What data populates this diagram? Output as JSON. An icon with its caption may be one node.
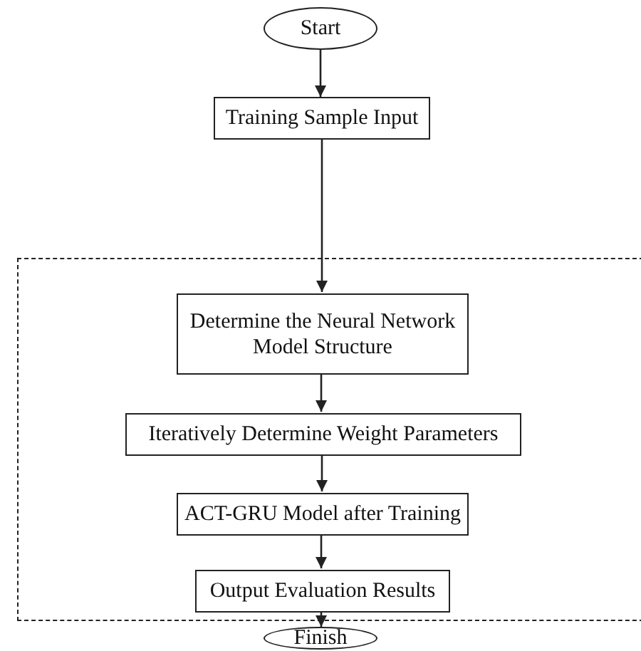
{
  "diagram": {
    "nodes": [
      {
        "text": [
          "Start"
        ]
      },
      {
        "text": [
          "Training Sample Input"
        ]
      },
      {
        "text": [],
        "shape": "box"
      },
      {
        "text": [
          "Determine the Neural Network Model Structure"
        ],
        "in": 2
      },
      {
        "text": [
          "Iteratively Determine Weight Parameters"
        ],
        "in": 2
      },
      {
        "text": [
          "ACT-GRU Model after Training"
        ],
        "in": 2
      },
      {
        "text": [
          "Output Evaluation Results"
        ],
        "in": 2
      },
      {
        "text": [
          "Finish"
        ]
      }
    ],
    "edges": [
      {
        "from": 0,
        "to": 1,
        "arrow": "to"
      },
      {
        "from": 1,
        "to": 3,
        "arrow": "to"
      },
      {
        "from": 3,
        "to": 4,
        "arrow": "to"
      },
      {
        "from": 4,
        "to": 5,
        "arrow": "to"
      },
      {
        "from": 5,
        "to": 6,
        "arrow": "to"
      },
      {
        "from": 6,
        "to": 7,
        "arrow": "to"
      }
    ]
  }
}
